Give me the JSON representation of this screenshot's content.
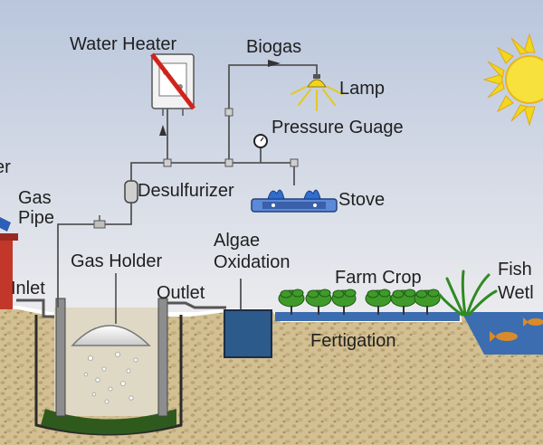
{
  "labels": {
    "water_heater": "Water Heater",
    "biogas": "Biogas",
    "lamp": "Lamp",
    "pressure_gauge": "Pressure Guage",
    "desulfurizer": "Desulfurizer",
    "stove": "Stove",
    "gas_pipe_line1": "Gas",
    "gas_pipe_line2": "Pipe",
    "gas_holder": "Gas Holder",
    "algae_line1": "Algae",
    "algae_line2": "Oxidation",
    "farm_crop": "Farm Crop",
    "fish_line1": "Fish",
    "fish_line2": "Wetl",
    "inlet": "Inlet",
    "outlet": "Outlet",
    "fertigation": "Fertigation",
    "cut_left": "er"
  },
  "colors": {
    "sky_top": "#b9c6dc",
    "sky_bottom": "#e6e6ea",
    "soil": "#d2bf92",
    "soil_dot": "#b59f70",
    "sludge": "#2f5a1d",
    "water": "#3b6db0",
    "pipe": "#606060",
    "sun": "#f2d81a",
    "plant": "#3f9a2a"
  }
}
